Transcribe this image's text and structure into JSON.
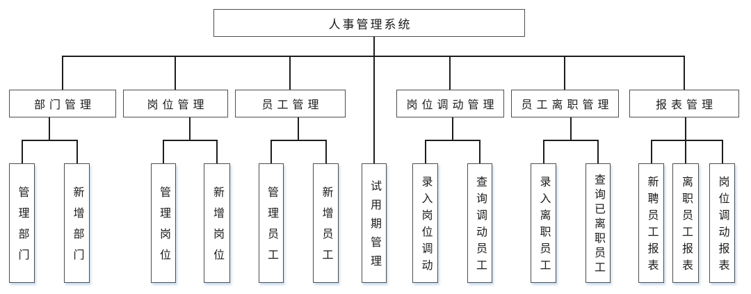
{
  "diagram": {
    "type": "org-tree",
    "root": {
      "label": "人事管理系统"
    },
    "root_direct_child": {
      "label": "试用期管理"
    },
    "branches": [
      {
        "label": "部门管理",
        "children": [
          "管理部门",
          "新增部门"
        ]
      },
      {
        "label": "岗位管理",
        "children": [
          "管理岗位",
          "新增岗位"
        ]
      },
      {
        "label": "员工管理",
        "children": [
          "管理员工",
          "新增员工"
        ]
      },
      {
        "label": "岗位调动管理",
        "children": [
          "录入岗位调动",
          "查询调动员工"
        ]
      },
      {
        "label": "员工离职管理",
        "children": [
          "录入离职员工",
          "查询已离职员工"
        ]
      },
      {
        "label": "报表管理",
        "children": [
          "新聘员工报表",
          "离职员工报表",
          "岗位调动报表"
        ]
      }
    ],
    "colors": {
      "background": "#ffffff",
      "box_fill": "#ffffff",
      "box_border": "#4c4c4c",
      "line": "#1c1c1c",
      "text": "#1a1a1a",
      "leaf_shadow": "#9ec1e4"
    }
  }
}
